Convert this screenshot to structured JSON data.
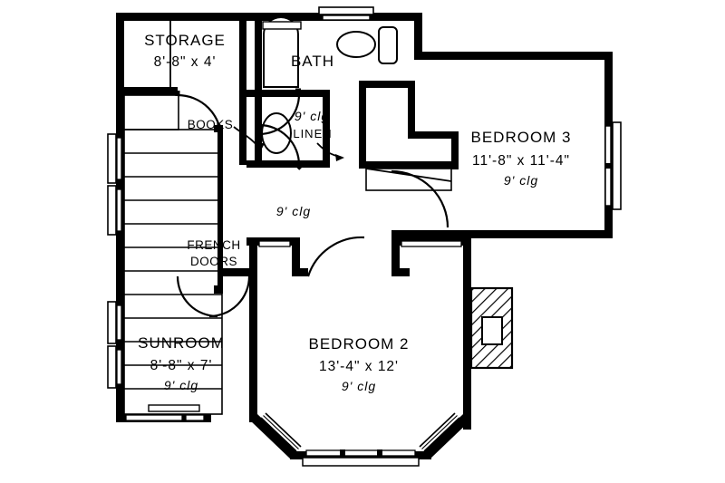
{
  "document": {
    "type": "architectural-floor-plan",
    "level": "upper-floor"
  },
  "rooms": [
    {
      "id": "storage",
      "name": "STORAGE",
      "dimensions": "8'-8\" x 4'",
      "ceiling": ""
    },
    {
      "id": "bath",
      "name": "BATH",
      "dimensions": "",
      "ceiling": ""
    },
    {
      "id": "linen",
      "name": "LINEN",
      "dimensions": "",
      "ceiling": "9' clg"
    },
    {
      "id": "bedroom3",
      "name": "BEDROOM 3",
      "dimensions": "11'-8\" x 11'-4\"",
      "ceiling": "9' clg"
    },
    {
      "id": "hall",
      "name": "",
      "dimensions": "",
      "ceiling": "9' clg"
    },
    {
      "id": "sunroom",
      "name": "SUNROOM",
      "dimensions": "8'-8\" x 7'",
      "ceiling": "9' clg"
    },
    {
      "id": "bedroom2",
      "name": "BEDROOM 2",
      "dimensions": "13'-4\" x 12'",
      "ceiling": "9' clg"
    }
  ],
  "annotations": [
    {
      "id": "books",
      "text": "BOOKS"
    },
    {
      "id": "french-doors-line1",
      "text": "FRENCH"
    },
    {
      "id": "french-doors-line2",
      "text": "DOORS"
    }
  ],
  "colors": {
    "wall": "#000000",
    "background": "#ffffff",
    "line": "#000000",
    "hatch": "#000000"
  }
}
